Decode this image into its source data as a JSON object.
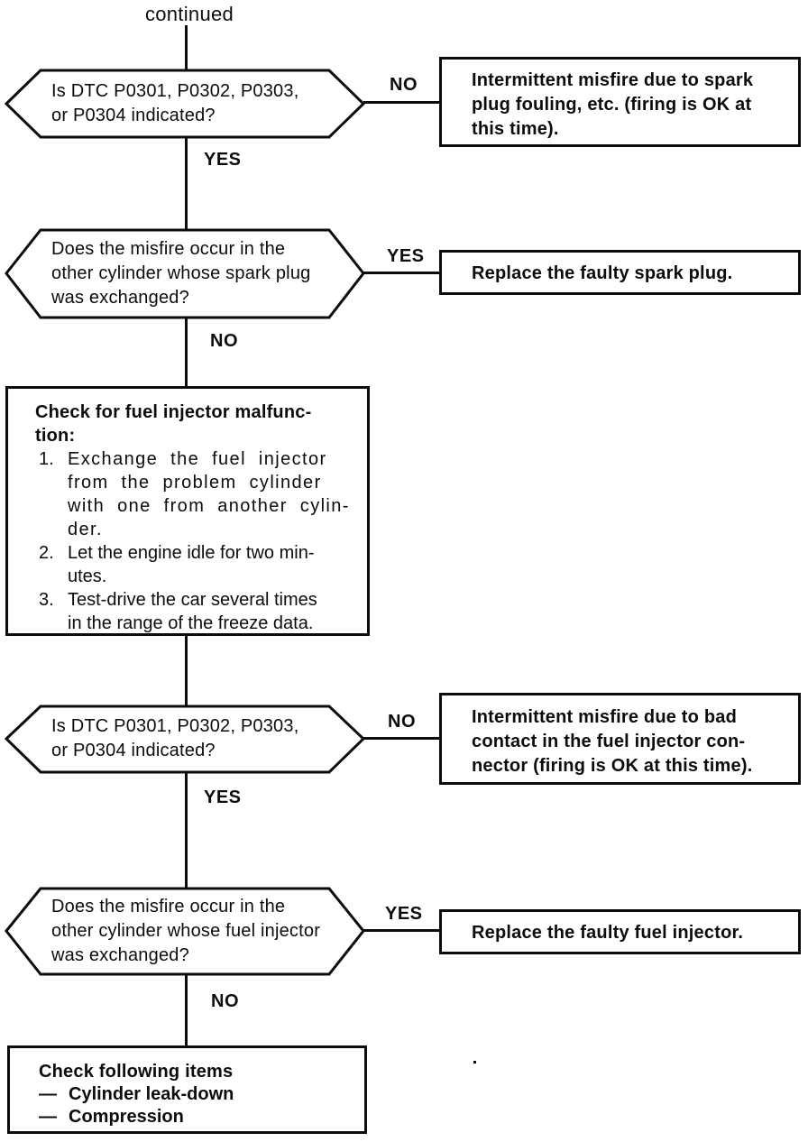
{
  "page": {
    "continued_label": "continued"
  },
  "labels": {
    "yes": "YES",
    "no": "NO"
  },
  "flow": {
    "decision1": "Is DTC P0301, P0302, P0303,\nor P0304 indicated?",
    "result1": "Intermittent misfire due to spark\nplug fouling, etc. (firing is OK at\nthis time).",
    "decision2": "Does the misfire occur in the\nother cylinder whose spark plug\nwas exchanged?",
    "result2": "Replace the faulty spark plug.",
    "action_box": {
      "heading": "Check for fuel injector malfunc-\ntion:",
      "items": [
        {
          "num": "1.",
          "text": "Exchange the fuel injector\nfrom the problem cylinder\nwith one from another cylin-\nder."
        },
        {
          "num": "2.",
          "text": "Let the engine idle for two min-\nutes."
        },
        {
          "num": "3.",
          "text": "Test-drive the car several times\nin the range of the freeze data."
        }
      ]
    },
    "decision3": "Is DTC P0301, P0302, P0303,\nor P0304 indicated?",
    "result3": "Intermittent misfire due to bad\ncontact in the fuel injector con-\nnector (firing is OK at this time).",
    "decision4": "Does the misfire occur in the\nother cylinder whose fuel injector\nwas exchanged?",
    "result4": "Replace the faulty fuel injector.",
    "final_box": {
      "heading": "Check following items",
      "items": [
        {
          "bullet": "—",
          "text": "Cylinder leak-down"
        },
        {
          "bullet": "—",
          "text": "Compression"
        }
      ]
    }
  }
}
